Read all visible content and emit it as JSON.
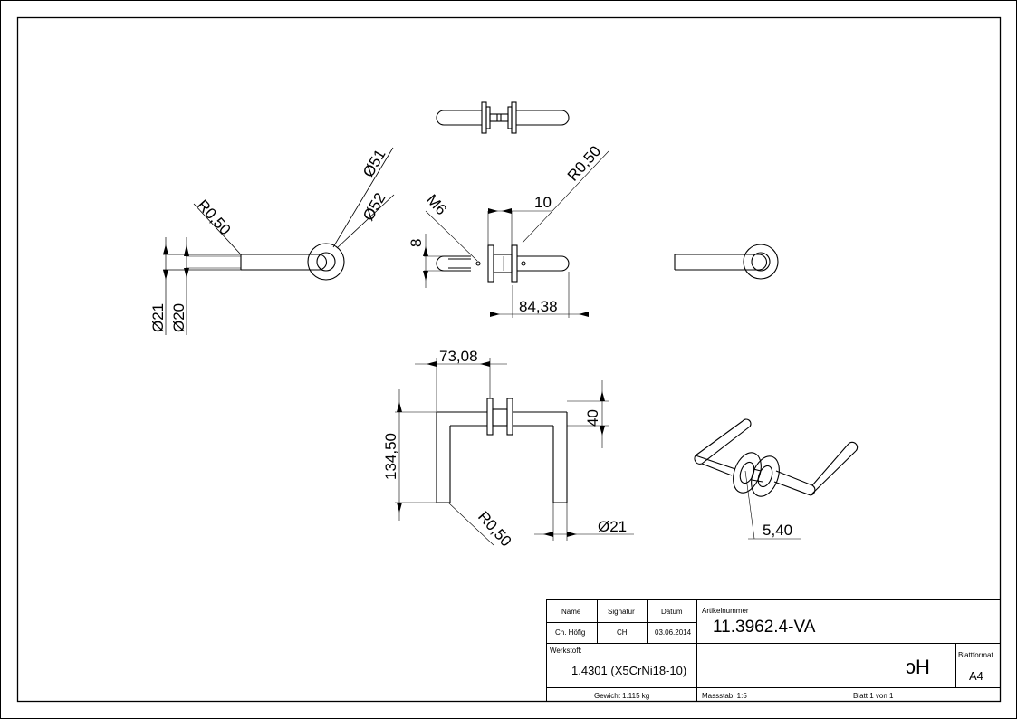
{
  "dimensions": {
    "d51": "Ø51",
    "d52": "Ø52",
    "r050": "R0,50",
    "d21": "Ø21",
    "d20": "Ø20",
    "m6": "M6",
    "ten": "10",
    "eight": "8",
    "w8438": "84,38",
    "w7308": "73,08",
    "h13450": "134,50",
    "h40": "40",
    "d21b": "Ø21",
    "w540": "5,40"
  },
  "title_block": {
    "name_label": "Name",
    "signatur_label": "Signatur",
    "datum_label": "Datum",
    "artikelnummer_label": "Artikelnummer",
    "name_value": "Ch. Höfig",
    "signatur_value": "CH",
    "datum_value": "03.06.2014",
    "artikelnummer_value": "11.3962.4-VA",
    "werkstoff_label": "Werkstoff:",
    "werkstoff_value": "1.4301 (X5CrNi18-10)",
    "logo_text": "ɔH",
    "blattformat_label": "Blattformat",
    "blattformat_value": "A4",
    "gewicht": "Gewicht 1.115 kg",
    "massstab": "Massstab: 1:5",
    "blatt": "Blatt 1 von 1"
  }
}
